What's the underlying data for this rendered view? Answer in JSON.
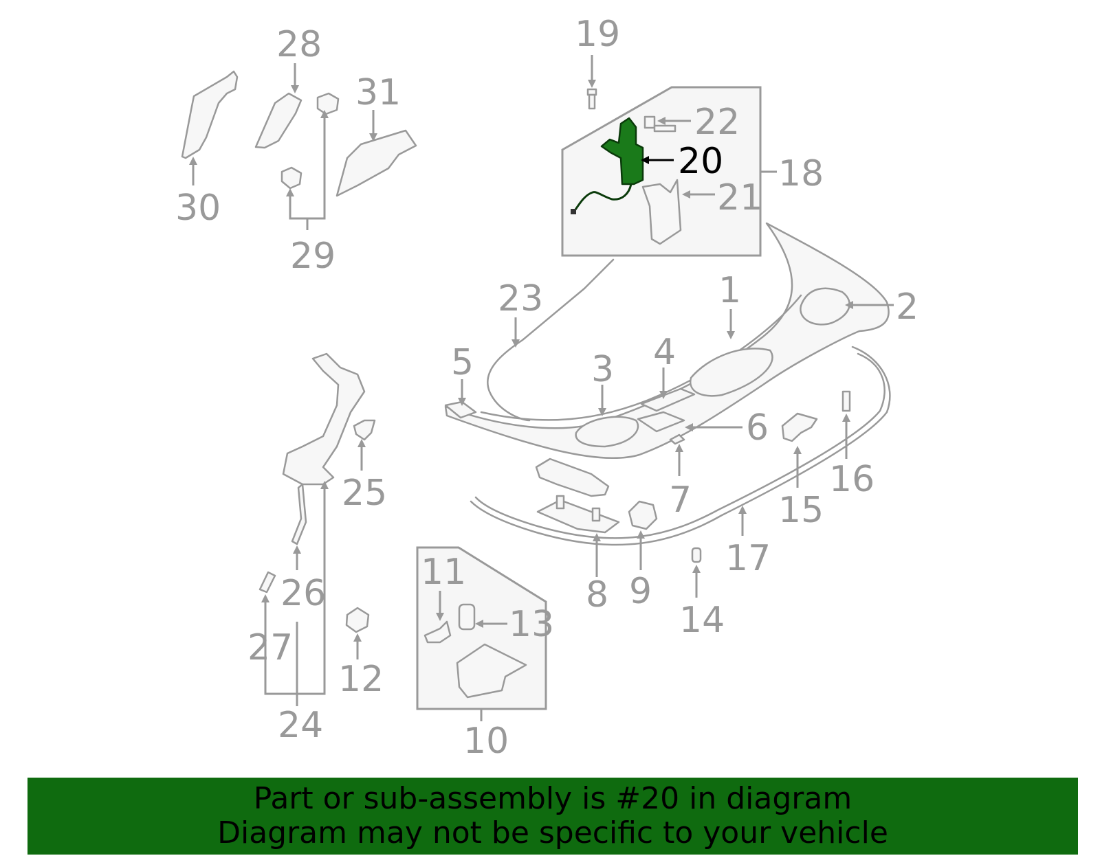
{
  "callouts": {
    "c1": "1",
    "c2": "2",
    "c3": "3",
    "c4": "4",
    "c5": "5",
    "c6": "6",
    "c7": "7",
    "c8": "8",
    "c9": "9",
    "c10": "10",
    "c11": "11",
    "c12": "12",
    "c13": "13",
    "c14": "14",
    "c15": "15",
    "c16": "16",
    "c17": "17",
    "c18": "18",
    "c19": "19",
    "c20": "20",
    "c21": "21",
    "c22": "22",
    "c23": "23",
    "c24": "24",
    "c25": "25",
    "c26": "26",
    "c27": "27",
    "c28": "28",
    "c29": "29",
    "c30": "30",
    "c31": "31"
  },
  "highlight": {
    "part_number": "20",
    "color": "#1a7a1a"
  },
  "colors": {
    "line": "#999999",
    "banner": "#0f6b0f",
    "text": "#000000"
  },
  "banner": {
    "line1": "Part or sub-assembly is #20 in diagram",
    "line2": "Diagram may not be specific to your vehicle"
  }
}
